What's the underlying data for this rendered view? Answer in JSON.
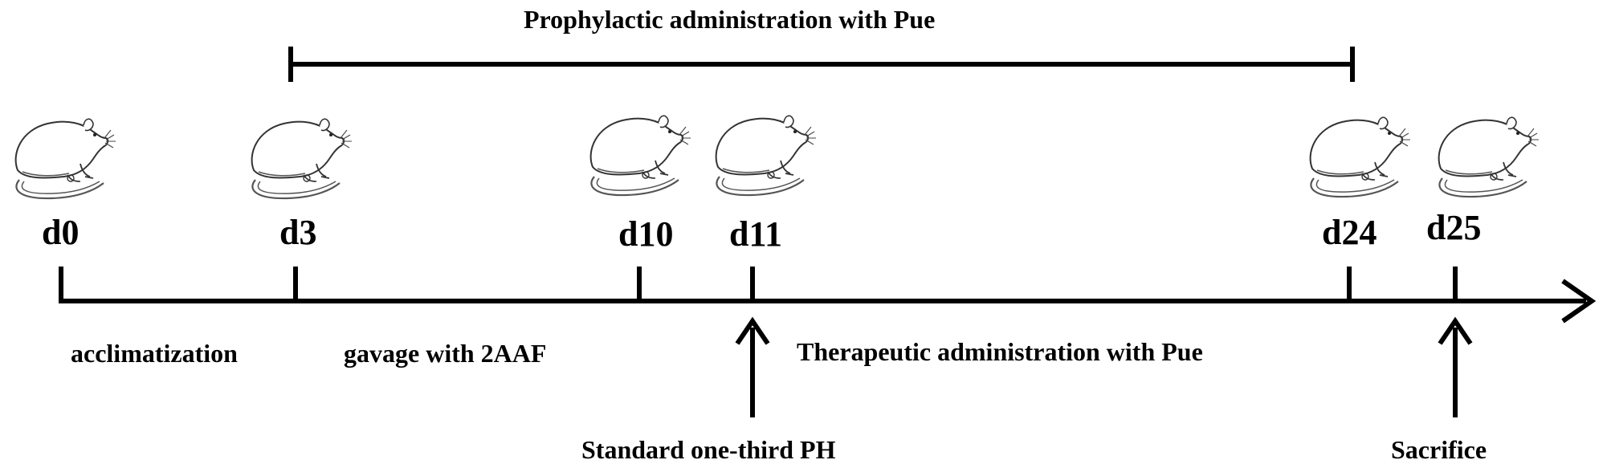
{
  "diagram": {
    "top_bracket_label": "Prophylactic administration  with Pue",
    "days": {
      "d0": "d0",
      "d3": "d3",
      "d10": "d10",
      "d11": "d11",
      "d24": "d24",
      "d25": "d25"
    },
    "phases": {
      "acclimatization": "acclimatization",
      "gavage": "gavage with 2AAF",
      "therapeutic": "Therapeutic administration  with Pue"
    },
    "events": {
      "ph": "Standard one-third PH",
      "sacrifice": "Sacrifice"
    },
    "icons": [
      "rat-icon"
    ]
  }
}
